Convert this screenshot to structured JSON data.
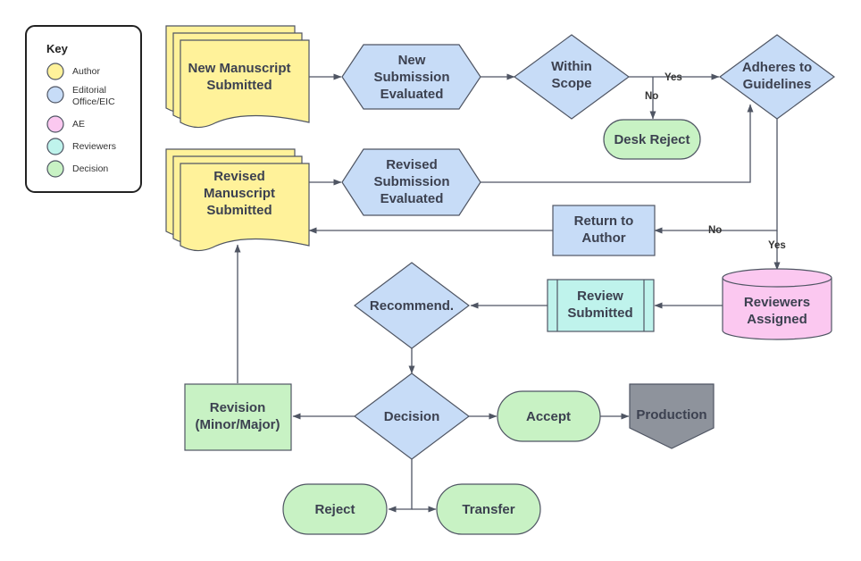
{
  "colors": {
    "author": "#fff29a",
    "editorial": "#c7dcf7",
    "ae": "#fbc8f0",
    "reviewers": "#bff3ec",
    "decision": "#c8f2c4",
    "production": "#8e939c",
    "stroke": "#4f5563"
  },
  "key": {
    "title": "Key",
    "items": [
      {
        "label": "Author",
        "color": "#fff29a"
      },
      {
        "label": "Editorial Office/EIC",
        "color": "#c7dcf7"
      },
      {
        "label": "AE",
        "color": "#fbc8f0"
      },
      {
        "label": "Reviewers",
        "color": "#bff3ec"
      },
      {
        "label": "Decision",
        "color": "#c8f2c4"
      }
    ]
  },
  "nodes": {
    "new_manuscript": "New Manuscript Submitted",
    "new_submission_evaluated": "New Submission Evaluated",
    "within_scope": "Within Scope",
    "adheres_guidelines": "Adheres to Guidelines",
    "desk_reject": "Desk Reject",
    "revised_manuscript": "Revised Manuscript Submitted",
    "revised_submission_evaluated": "Revised Submission Evaluated",
    "return_to_author": "Return to Author",
    "reviewers_assigned": "Reviewers Assigned",
    "review_submitted": "Review Submitted",
    "recommend": "Recommend.",
    "decision": "Decision",
    "revision": "Revision (Minor/Major)",
    "accept": "Accept",
    "production": "Production",
    "reject": "Reject",
    "transfer": "Transfer"
  },
  "edges": {
    "yes": "Yes",
    "no": "No"
  }
}
